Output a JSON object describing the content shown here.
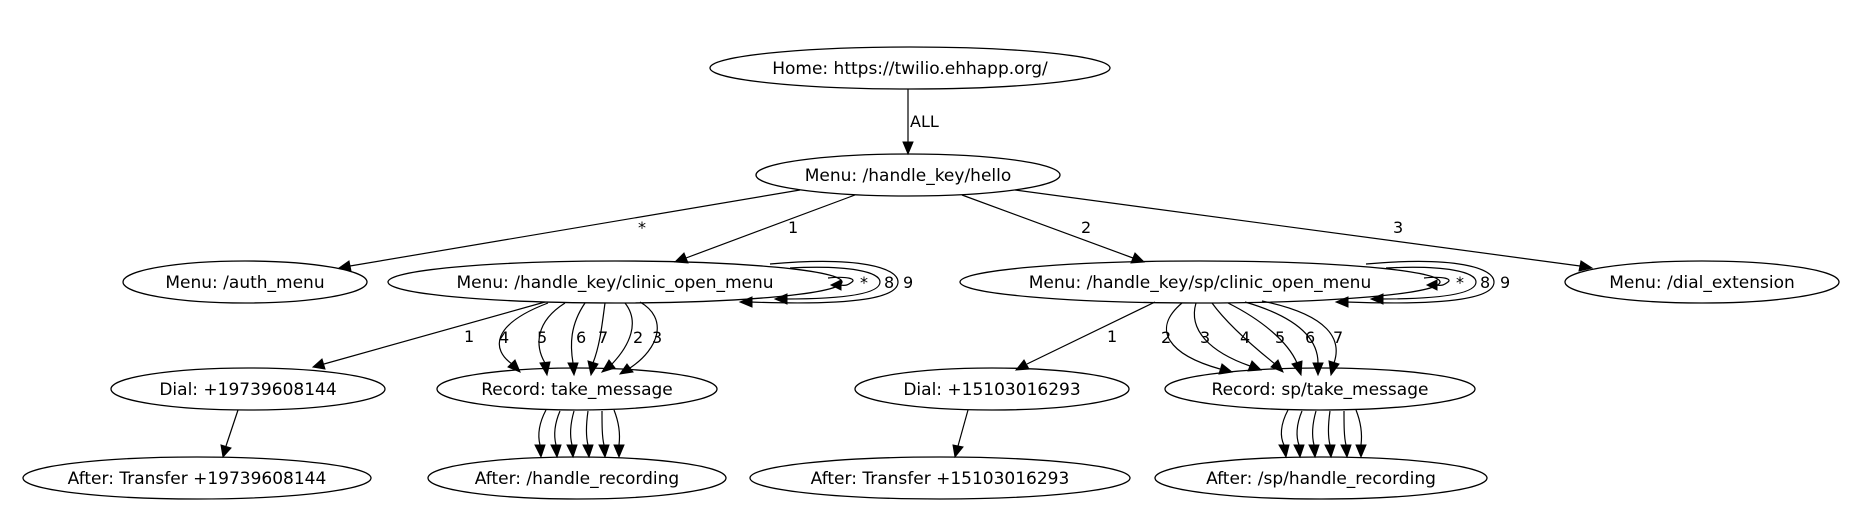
{
  "nodes": {
    "home": "Home: https://twilio.ehhapp.org/",
    "hello": "Menu: /handle_key/hello",
    "auth": "Menu: /auth_menu",
    "clinic": "Menu: /handle_key/clinic_open_menu",
    "spclinic": "Menu: /handle_key/sp/clinic_open_menu",
    "dialext": "Menu: /dial_extension",
    "dial1": "Dial: +19739608144",
    "record1": "Record: take_message",
    "dial2": "Dial: +15103016293",
    "record2": "Record: sp/take_message",
    "after1": "After: Transfer +19739608144",
    "after2": "After: /handle_recording",
    "after3": "After: Transfer +15103016293",
    "after4": "After: /sp/handle_recording"
  },
  "edges": {
    "home_hello": "ALL",
    "hello_auth": "*",
    "hello_clinic": "1",
    "hello_spclinic": "2",
    "hello_dialext": "3",
    "clinic_self_star": "*",
    "clinic_self_8": "8",
    "clinic_self_9": "9",
    "clinic_dial": "1",
    "clinic_rec_4": "4",
    "clinic_rec_5": "5",
    "clinic_rec_6": "6",
    "clinic_rec_7": "7",
    "clinic_rec_2": "2",
    "clinic_rec_3": "3",
    "sp_self_star": "*",
    "sp_self_8": "8",
    "sp_self_9": "9",
    "sp_dial": "1",
    "sp_rec_2": "2",
    "sp_rec_3": "3",
    "sp_rec_4": "4",
    "sp_rec_5": "5",
    "sp_rec_6": "6",
    "sp_rec_7": "7"
  }
}
